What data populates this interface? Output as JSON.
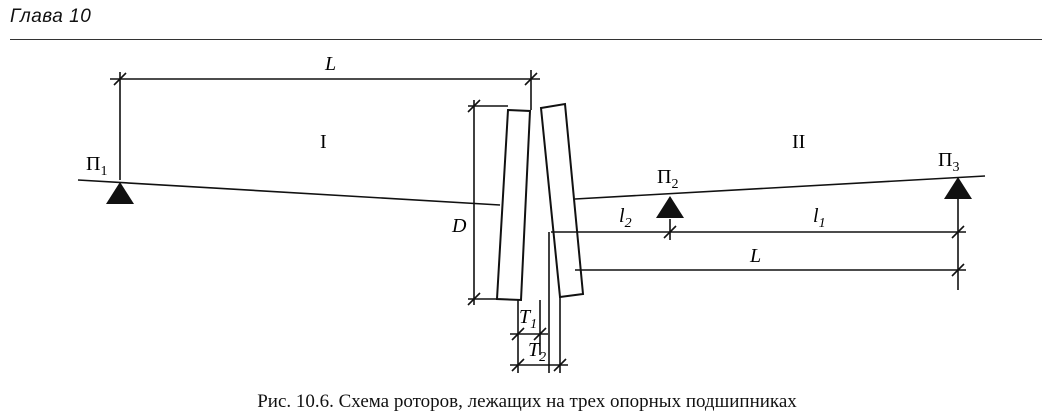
{
  "header": {
    "chapter": "Глава 10"
  },
  "diagram": {
    "rotor_1": "I",
    "rotor_2": "II",
    "bearing_1": {
      "base": "П",
      "sub": "1"
    },
    "bearing_2": {
      "base": "П",
      "sub": "2"
    },
    "bearing_3": {
      "base": "П",
      "sub": "3"
    },
    "dim_L_top": "L",
    "dim_L_bottom": "L",
    "dim_D": "D",
    "dim_l2": {
      "base": "l",
      "sub": "2"
    },
    "dim_l1": {
      "base": "l",
      "sub": "1"
    },
    "dim_T1": {
      "base": "T",
      "sub": "1"
    },
    "dim_T2": {
      "base": "T",
      "sub": "2"
    }
  },
  "caption": "Рис. 10.6. Схема роторов, лежащих на трех опорных подшипниках"
}
